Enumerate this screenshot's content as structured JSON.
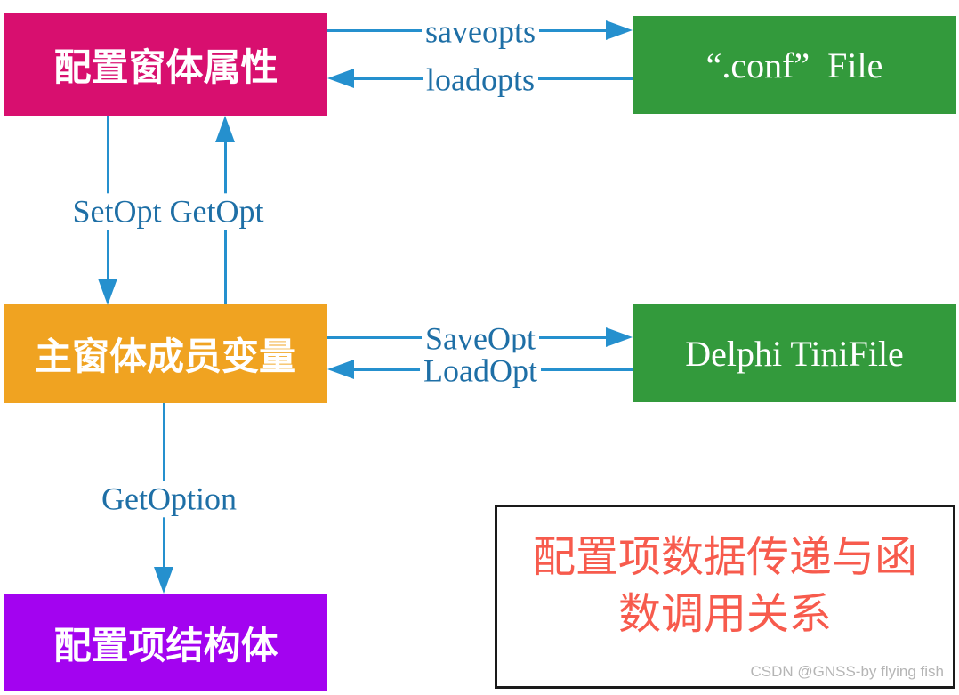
{
  "colors": {
    "pink": "#d80f6f",
    "orange": "#f0a321",
    "green": "#339a3c",
    "purple": "#a303f0",
    "arrow-blue": "#2590ce",
    "label-blue": "#1e6fa6",
    "annotation-red": "#f75b4d",
    "watermark-gray": "#b5b5b5",
    "border-black": "#1a1a1a"
  },
  "nodes": {
    "form_properties": {
      "label": "配置窗体属性"
    },
    "conf_file": {
      "label": "“.conf”  File"
    },
    "main_form_members": {
      "label": "主窗体成员变量"
    },
    "delphi_tinifile": {
      "label": "Delphi TiniFile"
    },
    "config_struct": {
      "label": "配置项结构体"
    }
  },
  "arrows": {
    "saveopts": {
      "label": "saveopts",
      "direction": "right"
    },
    "loadopts": {
      "label": "loadopts",
      "direction": "left"
    },
    "setopt_getopt": {
      "label": "SetOpt GetOpt",
      "direction": "down-and-up"
    },
    "saveopt": {
      "label": "SaveOpt",
      "direction": "right"
    },
    "loadopt": {
      "label": "LoadOpt",
      "direction": "left"
    },
    "getoption": {
      "label": "GetOption",
      "direction": "down"
    }
  },
  "annotation": {
    "line1": "配置项数据传递与函",
    "line2": "数调用关系"
  },
  "watermark": "CSDN @GNSS-by flying fish"
}
